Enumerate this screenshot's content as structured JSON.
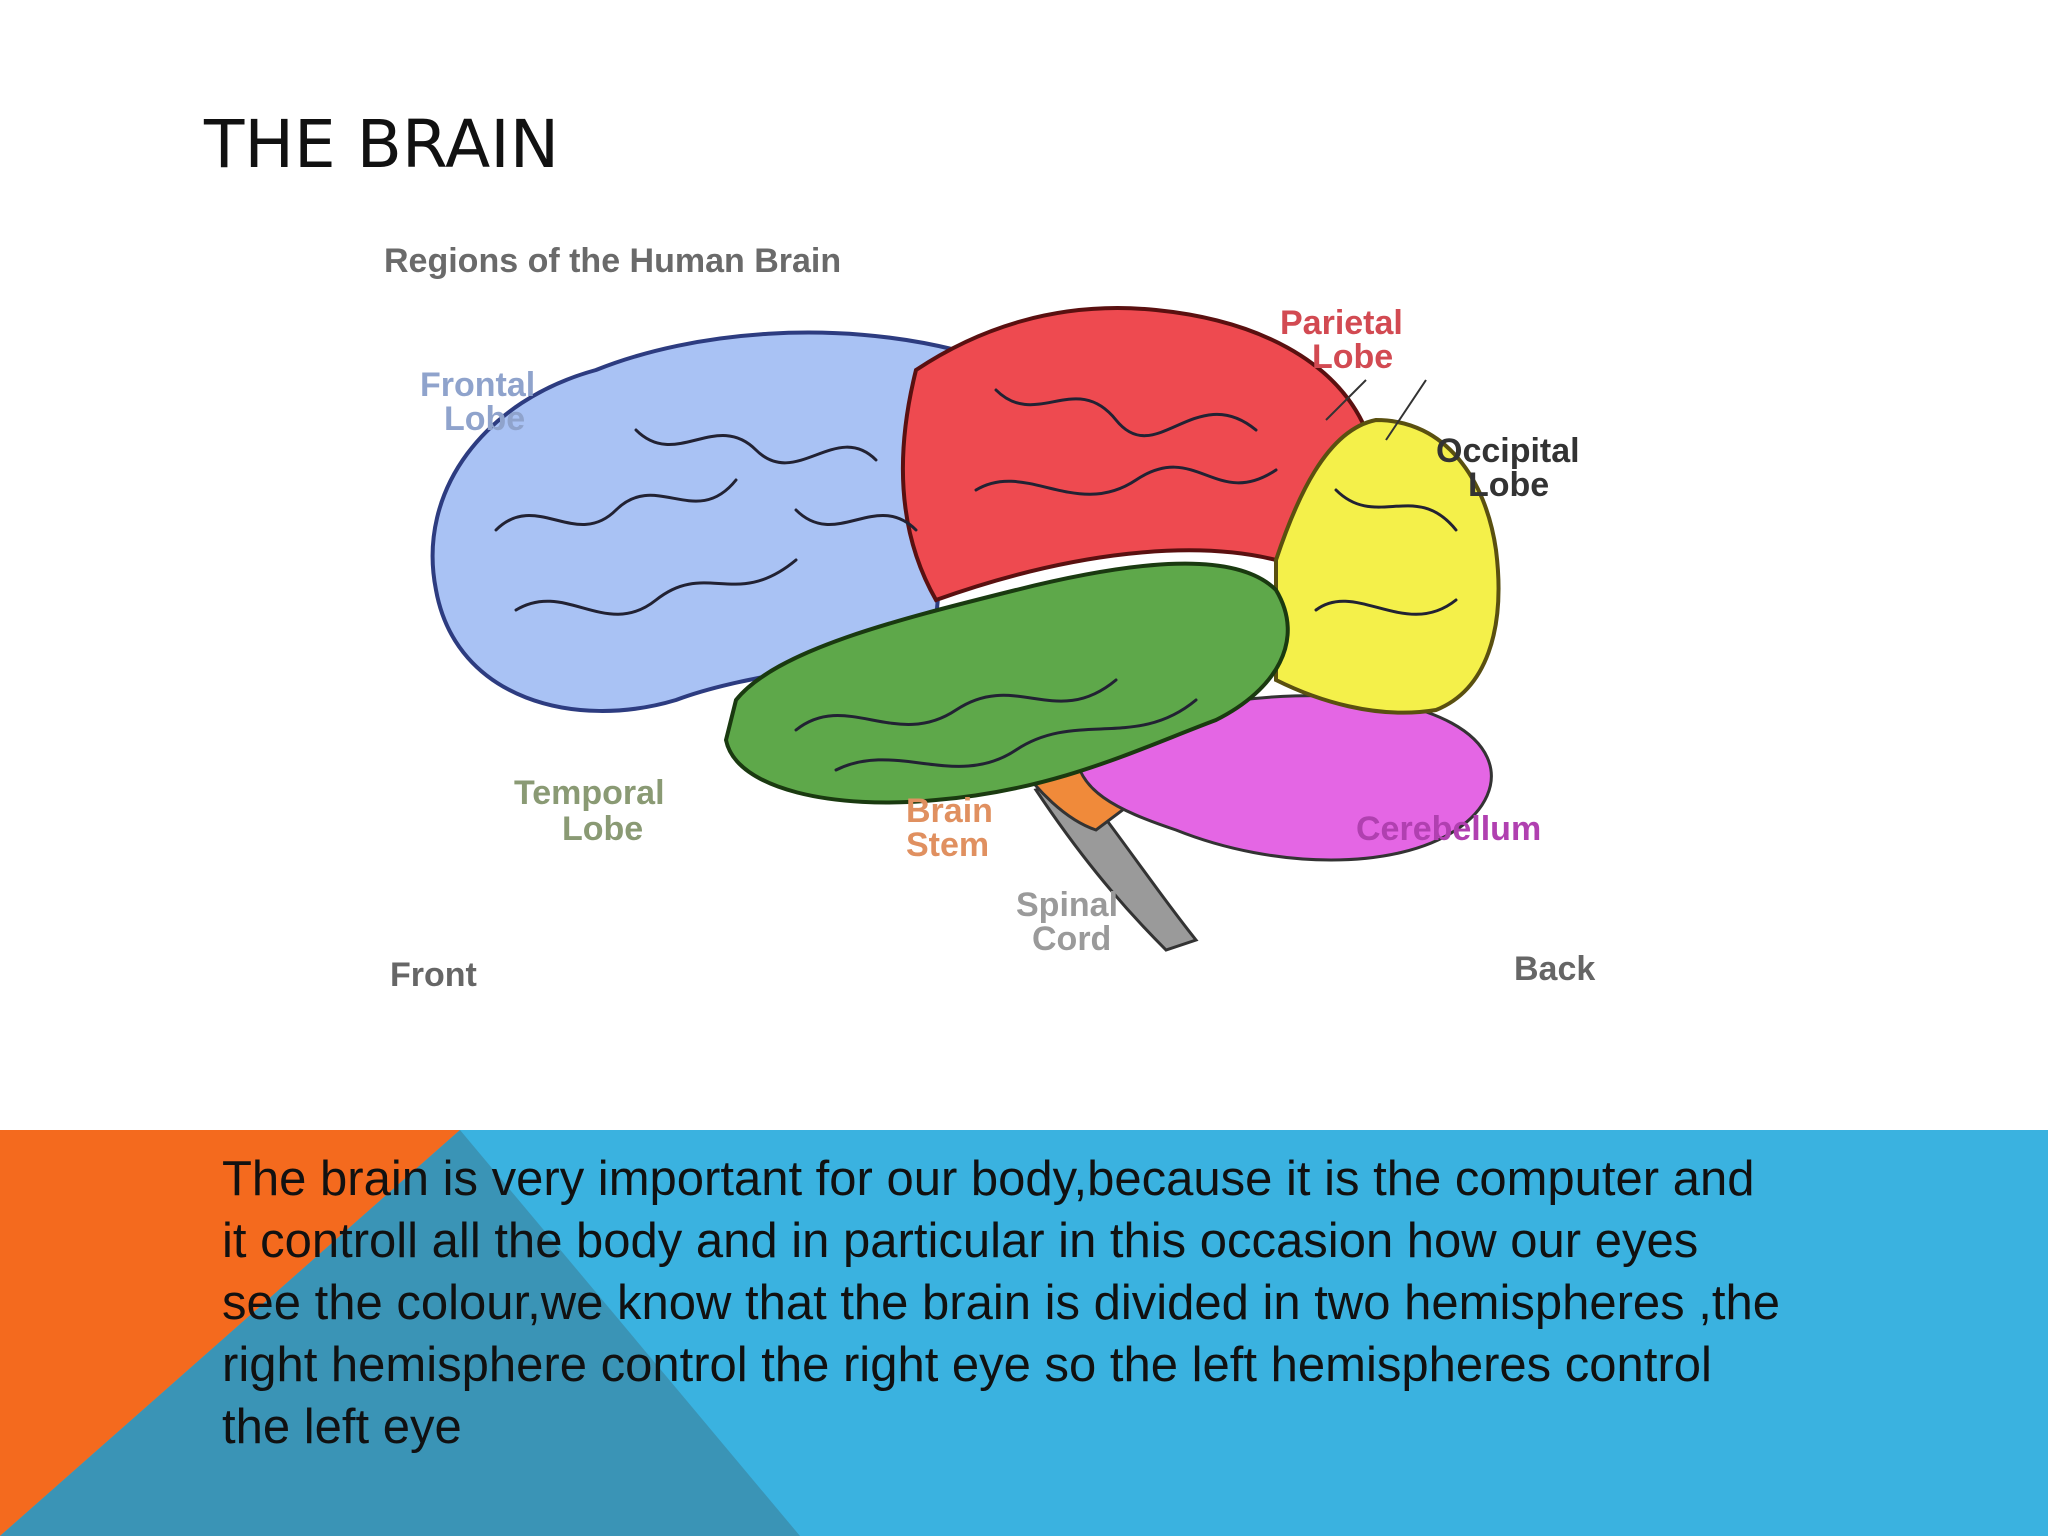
{
  "slide": {
    "title": "THE BRAIN",
    "body": "The brain is very important for our body,because it is the computer and\nit controll  all the body and in particular in this occasion  how our eyes\nsee the colour,we know that the brain is divided in two hemispheres ,the\nright hemisphere control the right eye so the left  hemispheres control\nthe left eye"
  },
  "figure": {
    "caption": "Regions of the Human Brain",
    "labels": {
      "frontal_1": "Frontal",
      "frontal_2": "Lobe",
      "parietal_1": "Parietal",
      "parietal_2": "Lobe",
      "occipital_1": "Occipital",
      "occipital_2": "Lobe",
      "temporal_1": "Temporal",
      "temporal_2": "Lobe",
      "brainstem_1": "Brain",
      "brainstem_2": "Stem",
      "spinal_1": "Spinal",
      "spinal_2": "Cord",
      "cerebellum": "Cerebellum",
      "front": "Front",
      "back": "Back"
    },
    "region_colors": {
      "frontal": "#a9c2f4",
      "parietal": "#ee4a50",
      "occipital": "#f4f04a",
      "temporal": "#5ea84a",
      "cerebellum": "#e466e4",
      "brainstem": "#f08a3a",
      "spinal_cord": "#9a9a9a"
    },
    "label_colors": {
      "frontal": "#8fa3cc",
      "parietal": "#d24a52",
      "occipital": "#333333",
      "temporal": "#8a9a74",
      "brainstem": "#e09060",
      "spinal": "#9a9a9a",
      "cerebellum": "#b040b0",
      "front": "#666666",
      "back": "#666666",
      "caption": "#6a6a6a"
    }
  },
  "colors": {
    "band_blue": "#3ab2e0",
    "band_orange": "#f46a1e",
    "band_overlap": "#3a94b6"
  }
}
